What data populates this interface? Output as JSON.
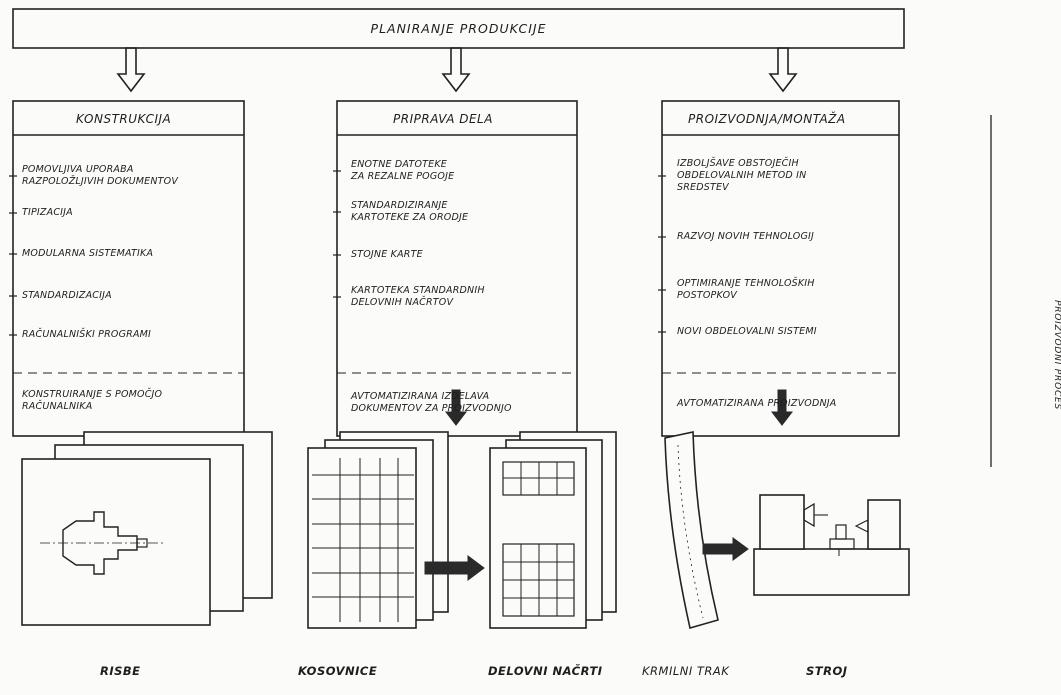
{
  "title": "PLANIRANJE PRODUKCIJE",
  "side_label": "PROIZVODNI PROCES",
  "columns": [
    {
      "heading": "KONSTRUKCIJA",
      "items": [
        "POMOVLJIVA UPORABA\nRAZPOLOŽLJIVIH DOKUMENTOV",
        "TIPIZACIJA",
        "MODULARNA SISTEMATIKA",
        "STANDARDIZACIJA",
        "RAČUNALNIŠKI PROGRAMI"
      ],
      "footer": "KONSTRUIRANJE S POMOČJO\nRAČUNALNIKA"
    },
    {
      "heading": "PRIPRAVA DELA",
      "items": [
        "ENOTNE DATOTEKE\nZA REZALNE POGOJE",
        "STANDARDIZIRANJE\nKARTOTEKE ZA ORODJE",
        "STOJNE KARTE",
        "KARTOTEKA STANDARDNIH\nDELOVNIH NAČRTOV"
      ],
      "footer": "AVTOMATIZIRANA IZDELAVA\nDOKUMENTOV ZA PROIZVODNJO"
    },
    {
      "heading": "PROIZVODNJA/MONTAŽA",
      "items": [
        "IZBOLJŠAVE OBSTOJEČIH\nOBDELOVALNIH METOD IN\nSREDSTEV",
        "RAZVOJ NOVIH TEHNOLOGIJ",
        "OPTIMIRANJE  TEHNOLOŠKIH\nPOSTOPKOV",
        "NOVI OBDELOVALNI SISTEMI"
      ],
      "footer": "AVTOMATIZIRANA PROIZVODNJA"
    }
  ],
  "bottom_labels": [
    "RISBE",
    "KOSOVNICE",
    "DELOVNI NAČRTI",
    "KRMILNI TRAK",
    "STROJ"
  ]
}
